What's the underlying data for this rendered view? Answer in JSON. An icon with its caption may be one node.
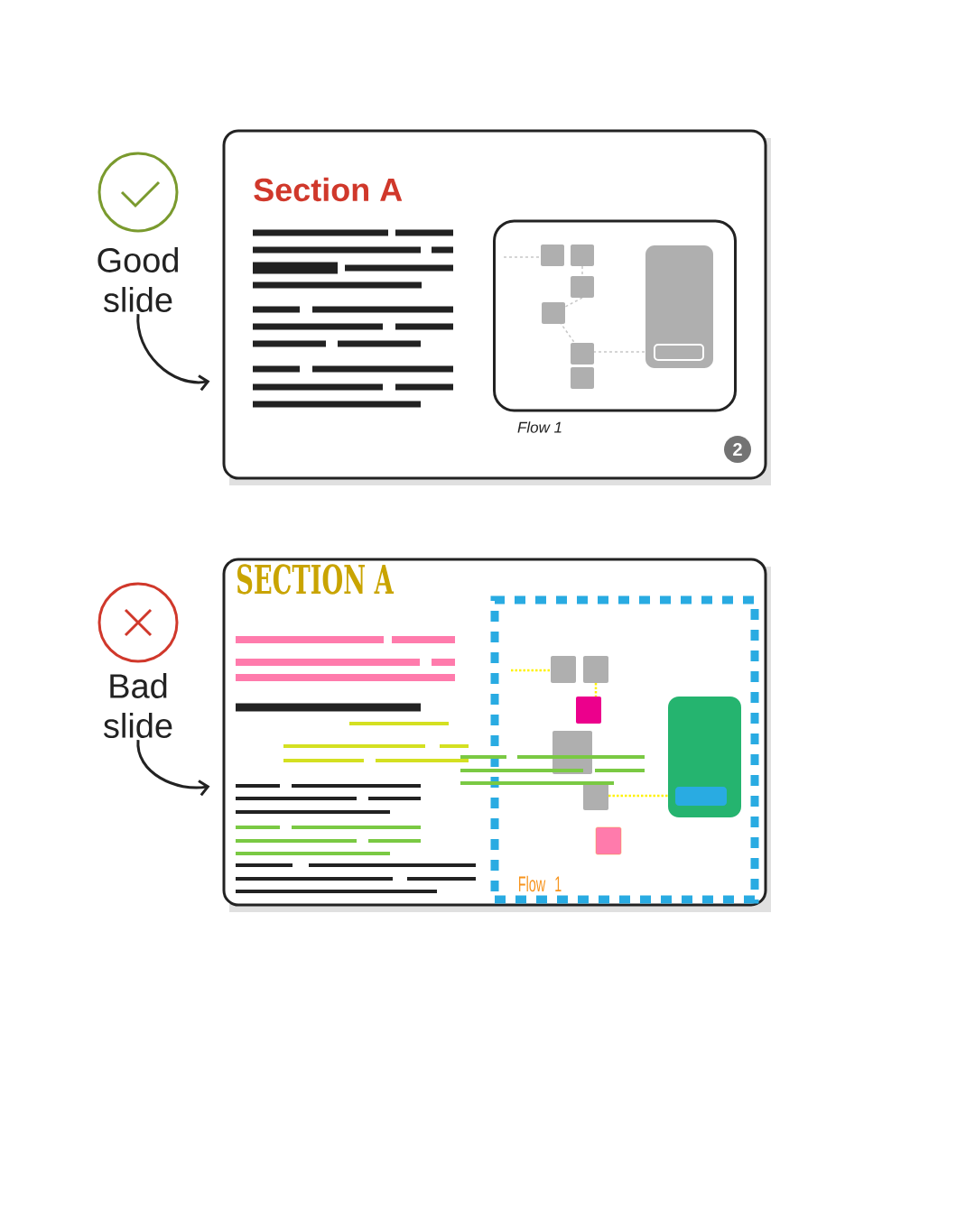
{
  "diagram": {
    "nodes": [
      {
        "text": [
          "Good slide"
        ]
      },
      {
        "text": [
          "Section A"
        ]
      },
      {
        "text": [],
        "shape": "box",
        "in": 1,
        "beside": [
          "Flow 1"
        ]
      },
      {
        "text": [
          "2"
        ],
        "in": 1
      },
      {
        "text": [
          "Bad slide"
        ]
      },
      {
        "text": [
          "SECTION A"
        ]
      },
      {
        "text": [
          "Flow 1"
        ],
        "in": 5
      }
    ],
    "edges": [
      {
        "from": 0,
        "to": 1,
        "arrow": "to"
      },
      {
        "from": 4,
        "to": 5,
        "arrow": "to"
      }
    ]
  }
}
